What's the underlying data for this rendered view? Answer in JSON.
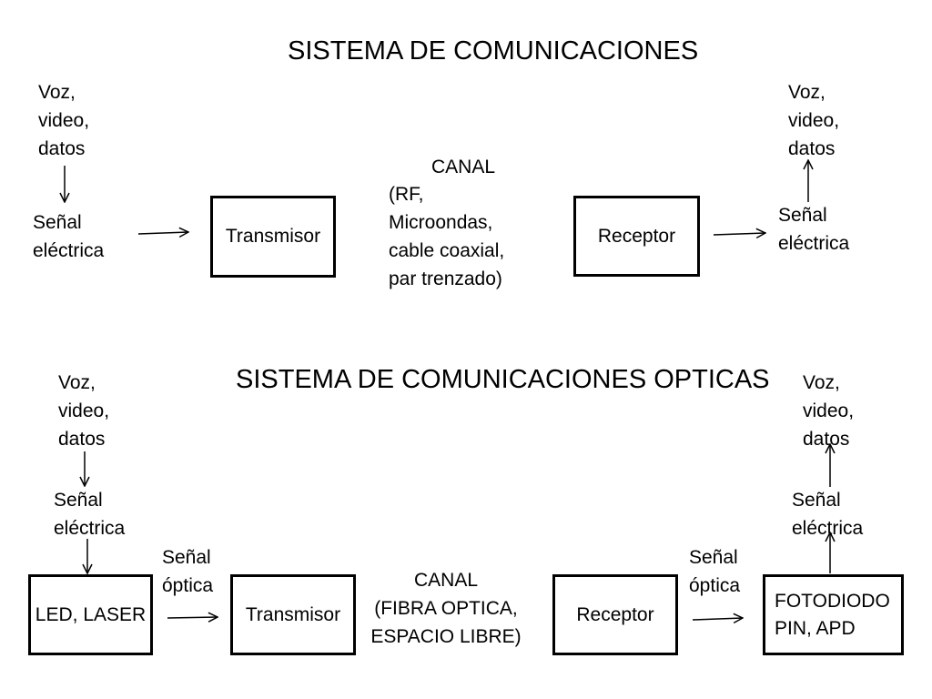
{
  "top": {
    "title": "SISTEMA DE COMUNICACIONES",
    "input_label": "Voz,\nvideo,\ndatos",
    "input_signal": "Señal\neléctrica",
    "transmitter": "Transmisor",
    "channel_title": "CANAL",
    "channel_detail": "(RF,\nMicroondas,\ncable coaxial,\npar trenzado)",
    "receiver": "Receptor",
    "output_signal": "Señal\n eléctrica",
    "output_label": "Voz,\nvideo,\ndatos"
  },
  "bottom": {
    "title": "SISTEMA DE COMUNICACIONES OPTICAS",
    "input_label": "Voz,\nvideo,\ndatos",
    "input_signal": "Señal\neléctrica",
    "source": "LED, LASER",
    "optical_signal_tx": "Señal\nóptica",
    "transmitter": "Transmisor",
    "channel": "CANAL\n(FIBRA OPTICA,\nESPACIO LIBRE)",
    "receiver": "Receptor",
    "optical_signal_rx": "Señal\nóptica",
    "detector": "FOTODIODO\nPIN, APD",
    "output_signal": "Señal\n eléctrica",
    "output_label": "Voz,\nvideo,\ndatos"
  }
}
